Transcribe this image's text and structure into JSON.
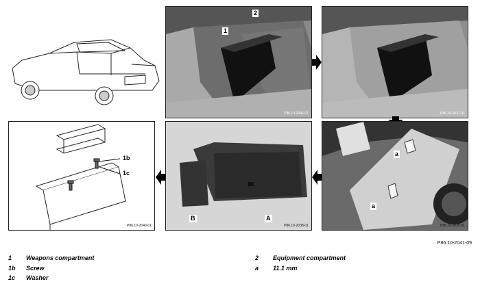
{
  "figure_ref": "P86.10-2041-09",
  "panels": {
    "p1": {
      "ref": "P86.10-2036-01",
      "label_1": "1",
      "label_2": "2"
    },
    "p2": {
      "ref": "P86.10-2037-01"
    },
    "p3": {
      "ref": "P86.10-2039-01",
      "label_a_top": "a",
      "label_a_bottom": "a"
    },
    "p4": {
      "ref": "P86.10-2038-01",
      "label_A": "A",
      "label_B": "B"
    },
    "p5": {
      "ref": "P86.10-2040-01",
      "label_1b": "1b",
      "label_1c": "1c"
    }
  },
  "legend": [
    {
      "num": "1",
      "text": "Weapons compartment"
    },
    {
      "num": "1b",
      "text": "Screw"
    },
    {
      "num": "1c",
      "text": "Washer"
    },
    {
      "num": "2",
      "text": "Equipment compartment"
    },
    {
      "num": "a",
      "text": "11.1 mm"
    }
  ]
}
